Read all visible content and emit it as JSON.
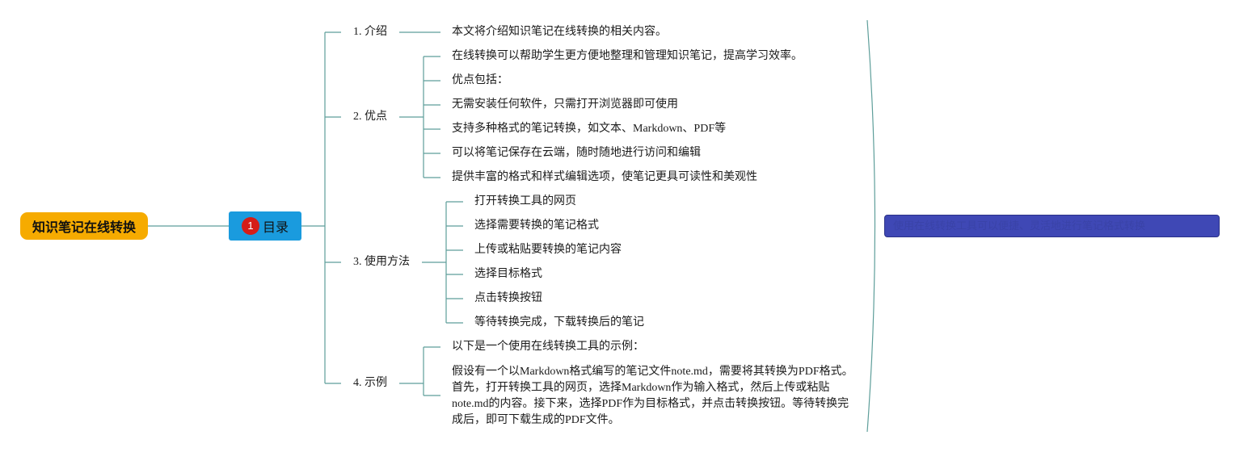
{
  "root": {
    "label": "知识笔记在线转换"
  },
  "toc": {
    "number": "1",
    "label": "目录"
  },
  "sections": [
    {
      "label": "1. 介绍",
      "items": [
        "本文将介绍知识笔记在线转换的相关内容。"
      ]
    },
    {
      "label": "2. 优点",
      "items": [
        "在线转换可以帮助学生更方便地整理和管理知识笔记，提高学习效率。",
        "优点包括：",
        "无需安装任何软件，只需打开浏览器即可使用",
        "支持多种格式的笔记转换，如文本、Markdown、PDF等",
        "可以将笔记保存在云端，随时随地进行访问和编辑",
        "提供丰富的格式和样式编辑选项，使笔记更具可读性和美观性"
      ]
    },
    {
      "label": "3. 使用方法",
      "items": [
        "打开转换工具的网页",
        "选择需要转换的笔记格式",
        "上传或粘贴要转换的笔记内容",
        "选择目标格式",
        "点击转换按钮",
        "等待转换完成，下载转换后的笔记"
      ]
    },
    {
      "label": "4. 示例",
      "items": [
        "以下是一个使用在线转换工具的示例：",
        "假设有一个以Markdown格式编写的笔记文件note.md，需要将其转换为PDF格式。首先，打开转换工具的网页，选择Markdown作为输入格式，然后上传或粘贴note.md的内容。接下来，选择PDF作为目标格式，并点击转换按钮。等待转换完成后，即可下载生成的PDF文件。"
      ]
    }
  ],
  "summary": {
    "text": "使用在线转换工具可以便捷、灵活地进行笔记格式转换"
  },
  "colors": {
    "root": "#f6ab00",
    "toc": "#1a9bde",
    "badge": "#d51d17",
    "summary": "#3f48b5",
    "line": "#5e9e9a"
  }
}
